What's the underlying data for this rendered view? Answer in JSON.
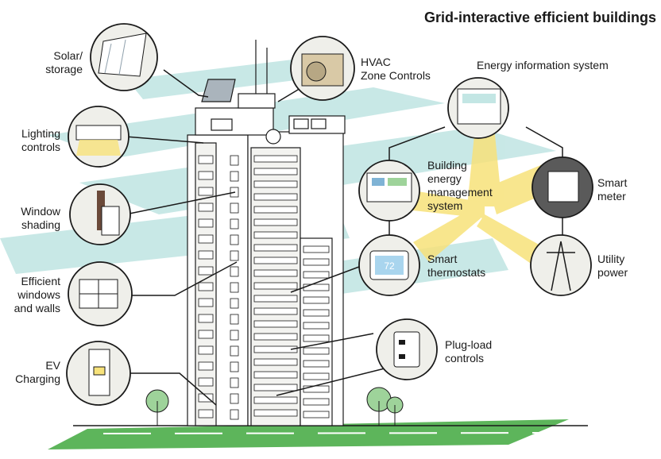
{
  "title": "Grid-interactive efficient buildings",
  "left_labels": {
    "solar": [
      "Solar/",
      "storage"
    ],
    "lighting": [
      "Lighting",
      "controls"
    ],
    "shading": [
      "Window",
      "shading"
    ],
    "windows": [
      "Efficient",
      "windows",
      "and walls"
    ],
    "ev": [
      "EV",
      "Charging"
    ]
  },
  "right_labels": {
    "hvac": [
      "HVAC",
      "Zone Controls"
    ],
    "eis": "Energy information system",
    "bems": [
      "Building",
      "energy",
      "management",
      "system"
    ],
    "smart_meter": [
      "Smart",
      "meter"
    ],
    "thermostats": [
      "Smart",
      "thermostats"
    ],
    "utility": [
      "Utility",
      "power"
    ],
    "plug": [
      "Plug-load",
      "controls"
    ]
  },
  "thermostat_value": "72",
  "colors": {
    "teal": "#c3e6e4",
    "yellow": "#f7e27a",
    "green": "#5db55b",
    "line": "#1a1a1a",
    "circle_fill": "#efefea"
  }
}
